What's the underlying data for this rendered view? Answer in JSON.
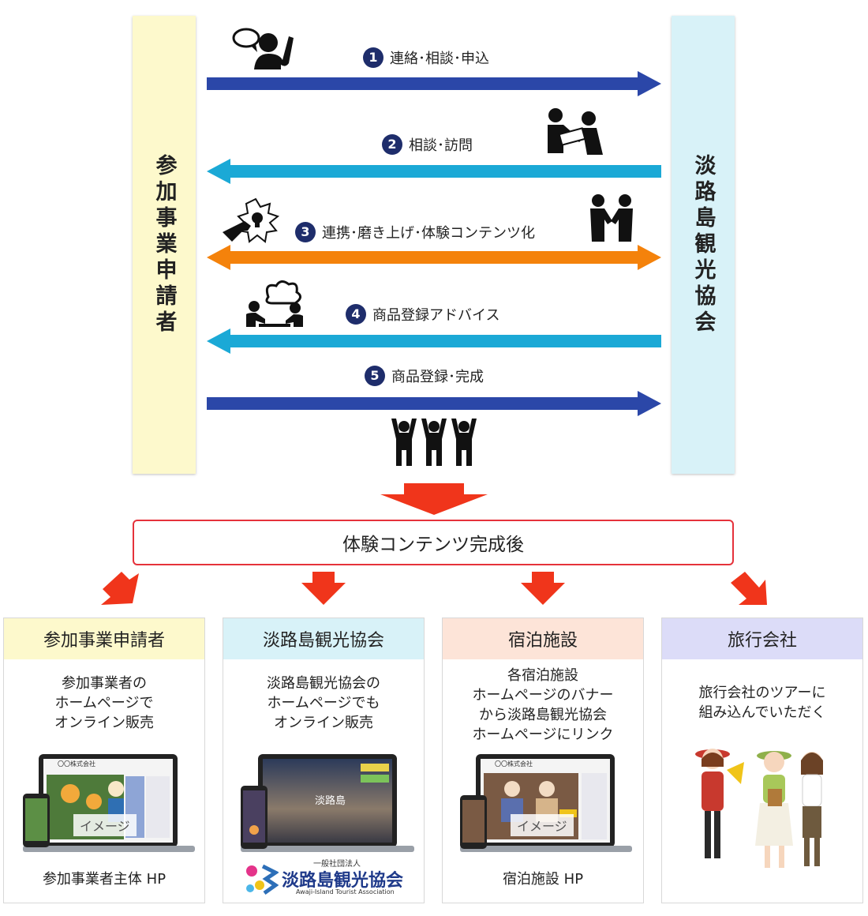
{
  "left_actor": "参加事業申請者",
  "right_actor": "淡路島観光協会",
  "steps": [
    {
      "num": "1",
      "label": "連絡･相談･申込",
      "color": "#2b47a8"
    },
    {
      "num": "2",
      "label": "相談･訪問",
      "color": "#1ba9d6"
    },
    {
      "num": "3",
      "label": "連携･磨き上げ･体験コンテンツ化",
      "color": "#f4820b"
    },
    {
      "num": "4",
      "label": "商品登録アドバイス",
      "color": "#1ba9d6"
    },
    {
      "num": "5",
      "label": "商品登録･完成",
      "color": "#2b47a8"
    }
  ],
  "result_box": "体験コンテンツ完成後",
  "colors": {
    "left_col": "#fdf9cc",
    "right_col": "#d8f2f8",
    "red_arrow": "#f0351b",
    "result_border": "#e5323b"
  },
  "cards": [
    {
      "title": "参加事業申請者",
      "head_color": "#fdf9cc",
      "desc": "参加事業者の\nホームページで\nオンライン販売",
      "image_label": "イメージ",
      "footer": "参加事業者主体 HP"
    },
    {
      "title": "淡路島観光協会",
      "head_color": "#d8f2f8",
      "desc": "淡路島観光協会の\nホームページでも\nオンライン販売",
      "logo_small": "一般社団法人",
      "logo_main": "淡路島観光協会",
      "logo_en": "Awaji-Island Tourist Association",
      "hero_text": "淡路島"
    },
    {
      "title": "宿泊施設",
      "head_color": "#fde4d8",
      "desc": "各宿泊施設\nホームページのバナー\nから淡路島観光協会\nホームページにリンク",
      "image_label": "イメージ",
      "footer": "宿泊施設 HP"
    },
    {
      "title": "旅行会社",
      "head_color": "#dcdcf8",
      "desc": "旅行会社のツアーに\n組み込んでいただく"
    }
  ],
  "browser_title": "〇〇株式会社",
  "icons": [
    "speech-person-icon",
    "handshake-meeting-icon",
    "idea-hand-icon",
    "handshake-icon",
    "group-discussion-icon",
    "cheering-people-icon",
    "tour-guide-illustration"
  ]
}
